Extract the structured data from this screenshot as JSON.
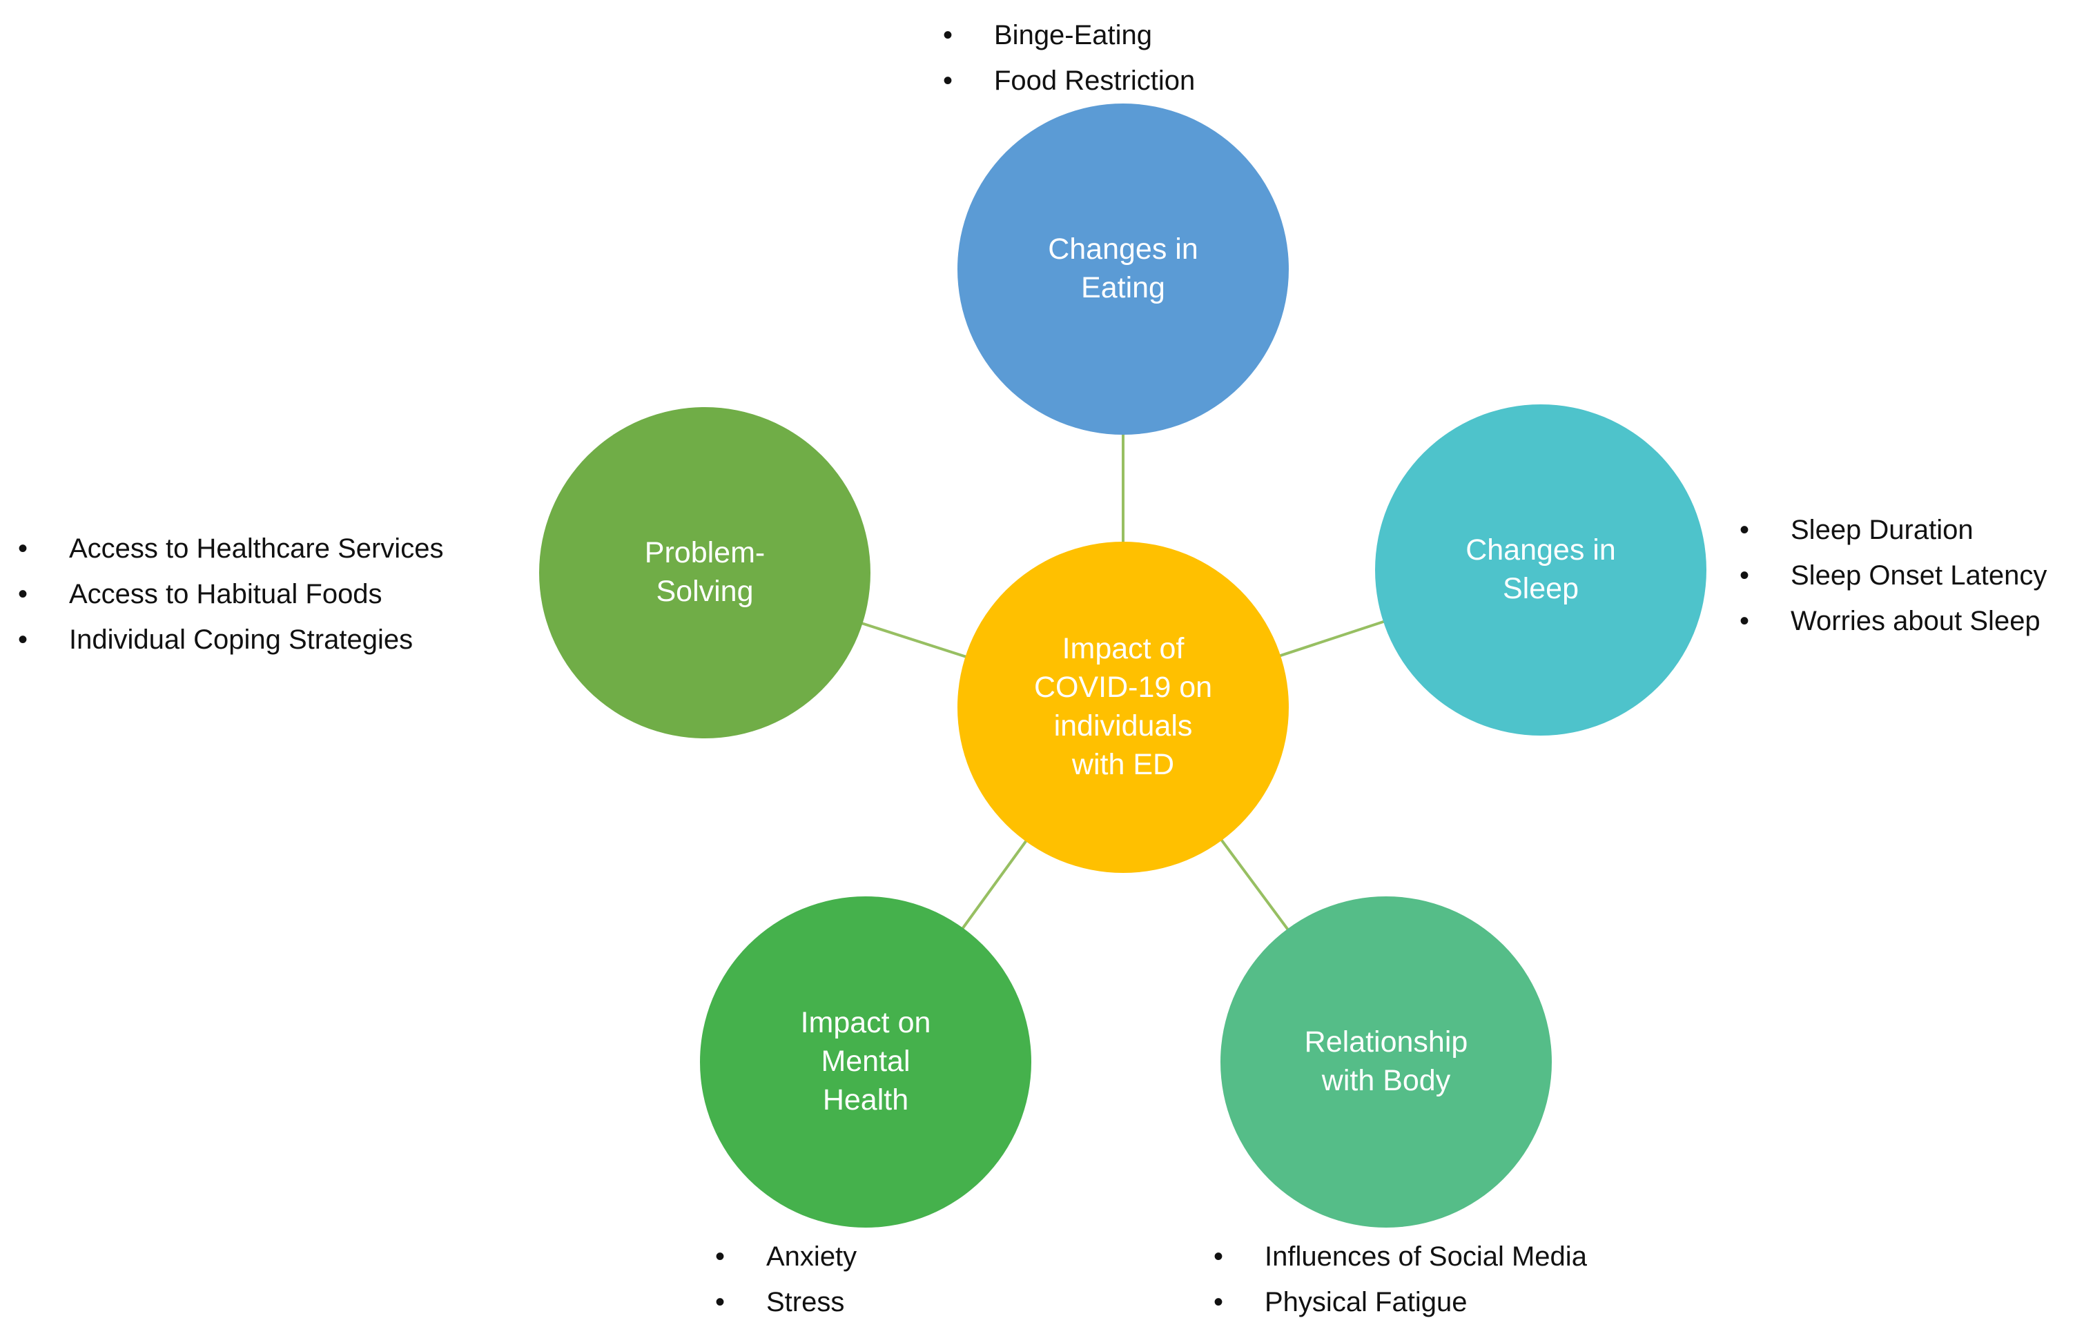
{
  "title": "Impact of COVID-19 on individuals with ED diagram",
  "connector_color": "#97BF62",
  "center": {
    "label": "Impact of COVID-19 on individuals with ED",
    "color": "#FFC000"
  },
  "nodes": {
    "eating": {
      "label": "Changes in Eating",
      "color": "#5B9BD5",
      "bullets": [
        "Binge-Eating",
        "Food Restriction"
      ]
    },
    "sleep": {
      "label": "Changes in Sleep",
      "color": "#4EC3CB",
      "bullets": [
        "Sleep Duration",
        "Sleep Onset Latency",
        "Worries about Sleep"
      ]
    },
    "problem": {
      "label": "Problem-Solving",
      "color": "#70AD47",
      "bullets": [
        "Access to Healthcare Services",
        "Access to Habitual Foods",
        "Individual Coping Strategies"
      ]
    },
    "mental": {
      "label": "Impact on Mental Health",
      "color": "#45B14C",
      "bullets": [
        "Anxiety",
        "Stress"
      ]
    },
    "body": {
      "label": "Relationship with Body",
      "color": "#55BD88",
      "bullets": [
        "Influences of Social Media",
        "Physical Fatigue"
      ]
    }
  }
}
